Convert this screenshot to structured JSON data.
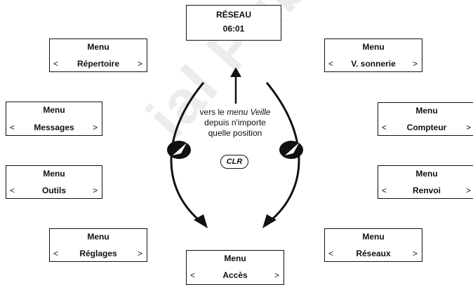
{
  "watermark": "ial Publications AE",
  "network_screen": {
    "network": "RÉSEAU",
    "time": "06:01"
  },
  "menus": {
    "repertoire": {
      "title": "Menu",
      "name": "Répertoire",
      "left_arrow": "<",
      "right_arrow": ">"
    },
    "sonnerie": {
      "title": "Menu",
      "name": "V. sonnerie",
      "left_arrow": "<",
      "right_arrow": ">"
    },
    "messages": {
      "title": "Menu",
      "name": "Messages",
      "left_arrow": "<",
      "right_arrow": ">"
    },
    "compteur": {
      "title": "Menu",
      "name": "Compteur",
      "left_arrow": "<",
      "right_arrow": ">"
    },
    "outils": {
      "title": "Menu",
      "name": "Outils",
      "left_arrow": "<",
      "right_arrow": ">"
    },
    "renvoi": {
      "title": "Menu",
      "name": "Renvoi",
      "left_arrow": "<",
      "right_arrow": ">"
    },
    "reglages": {
      "title": "Menu",
      "name": "Réglages",
      "left_arrow": "<",
      "right_arrow": ">"
    },
    "reseaux": {
      "title": "Menu",
      "name": "Réseaux",
      "left_arrow": "<",
      "right_arrow": ">"
    },
    "acces": {
      "title": "Menu",
      "name": "Accès",
      "left_arrow": "<",
      "right_arrow": ">"
    }
  },
  "center": {
    "line1_prefix": "vers le ",
    "line1_italic": "menu Veille",
    "line2": "depuis n'importe",
    "line3": "quelle position",
    "clr_key": "CLR"
  },
  "colors": {
    "ink": "#111111",
    "watermark": "#ececec"
  }
}
